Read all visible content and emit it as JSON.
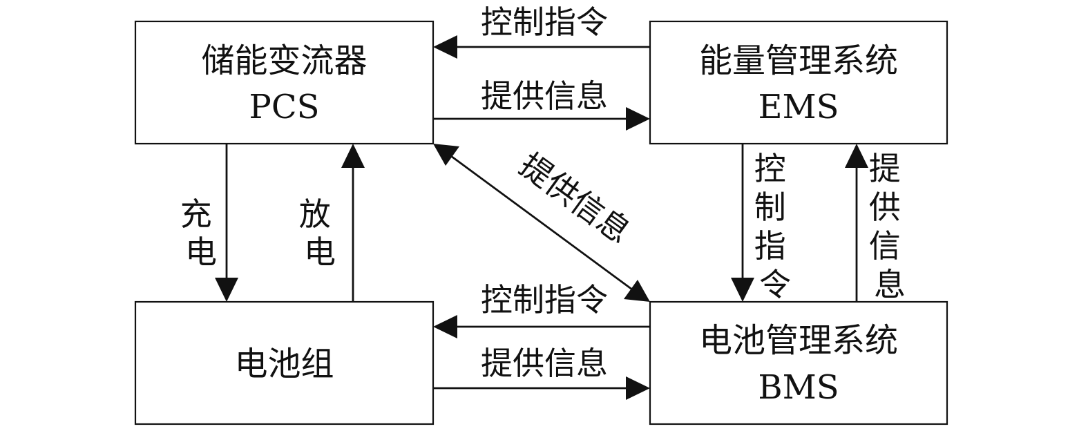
{
  "boxes": {
    "pcs": {
      "name": "储能变流器",
      "abbr": "PCS"
    },
    "ems": {
      "name": "能量管理系统",
      "abbr": "EMS"
    },
    "battery": {
      "name": "电池组",
      "abbr": ""
    },
    "bms": {
      "name": "电池管理系统",
      "abbr": "BMS"
    }
  },
  "edges": {
    "ems_to_pcs": {
      "label": "控制指令"
    },
    "pcs_to_ems": {
      "label": "提供信息"
    },
    "pcs_to_battery": {
      "label": "充电"
    },
    "battery_to_pcs": {
      "label": "放电"
    },
    "pcs_bms": {
      "label": "提供信息"
    },
    "ems_to_bms": {
      "label": "控制指令"
    },
    "bms_to_ems": {
      "label": "提供信息"
    },
    "bms_to_battery": {
      "label": "控制指令"
    },
    "battery_to_bms": {
      "label": "提供信息"
    }
  }
}
